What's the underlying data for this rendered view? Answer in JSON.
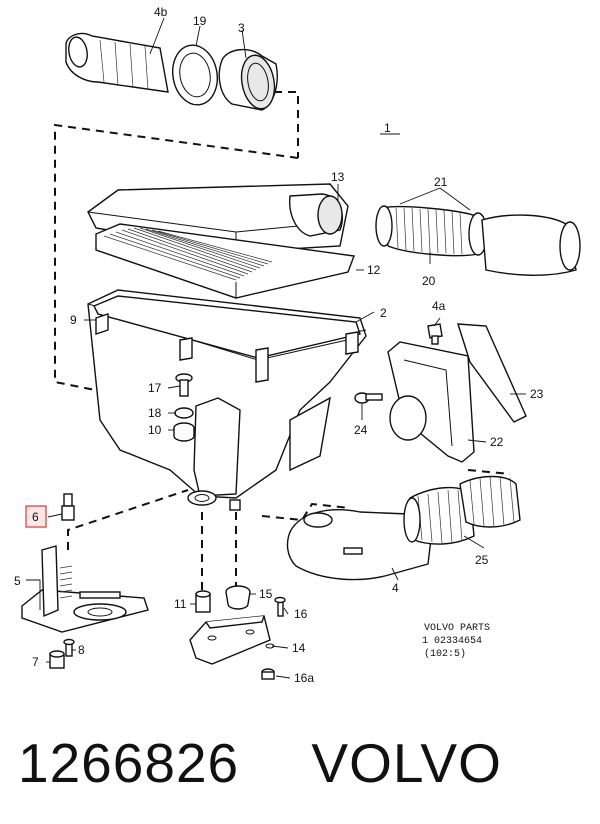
{
  "callouts": {
    "c_4b": "4b",
    "c_19": "19",
    "c_3": "3",
    "c_1": "1",
    "c_13": "13",
    "c_21": "21",
    "c_12": "12",
    "c_20": "20",
    "c_4a": "4a",
    "c_9": "9",
    "c_2": "2",
    "c_23": "23",
    "c_17": "17",
    "c_18": "18",
    "c_10": "10",
    "c_24": "24",
    "c_22": "22",
    "c_6": "6",
    "c_25": "25",
    "c_5": "5",
    "c_4": "4",
    "c_11": "11",
    "c_15": "15",
    "c_16": "16",
    "c_8": "8",
    "c_14": "14",
    "c_7": "7",
    "c_16a": "16a"
  },
  "stamp": {
    "line1": "VOLVO PARTS",
    "line2": "1   02334654",
    "line3": "(102:5)"
  },
  "footer": {
    "part_number": "1266826",
    "brand": "VOLVO"
  },
  "colors": {
    "ink": "#111111",
    "highlight_box": "#d9534f"
  }
}
